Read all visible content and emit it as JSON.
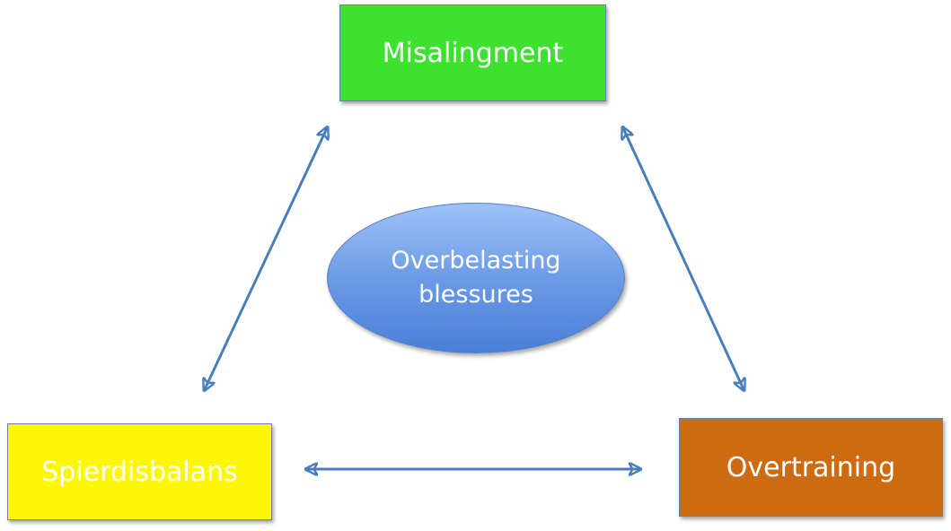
{
  "nodes": {
    "top": {
      "label": "Misalingment",
      "color": "#3de22f"
    },
    "left": {
      "label": "Spierdisbalans",
      "color": "#fdf705"
    },
    "right": {
      "label": "Overtraining",
      "color": "#cd6b13"
    }
  },
  "center": {
    "line1": "Overbelasting",
    "line2": "blessures"
  },
  "colors": {
    "arrow": "#4a7ebb"
  }
}
